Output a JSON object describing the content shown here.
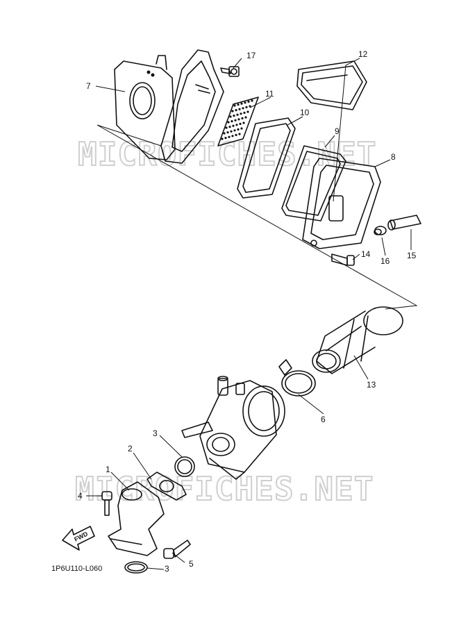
{
  "watermark": "MICROFICHES.NET",
  "diagram_code": "1P6U110-L060",
  "fwd_label": "FWD",
  "callouts": {
    "c1": "1",
    "c2": "2",
    "c3a": "3",
    "c3b": "3",
    "c4": "4",
    "c5": "5",
    "c6": "6",
    "c7": "7",
    "c8": "8",
    "c9": "9",
    "c10": "10",
    "c11": "11",
    "c12": "12",
    "c13": "13",
    "c14": "14",
    "c15": "15",
    "c16": "16",
    "c17": "17"
  }
}
